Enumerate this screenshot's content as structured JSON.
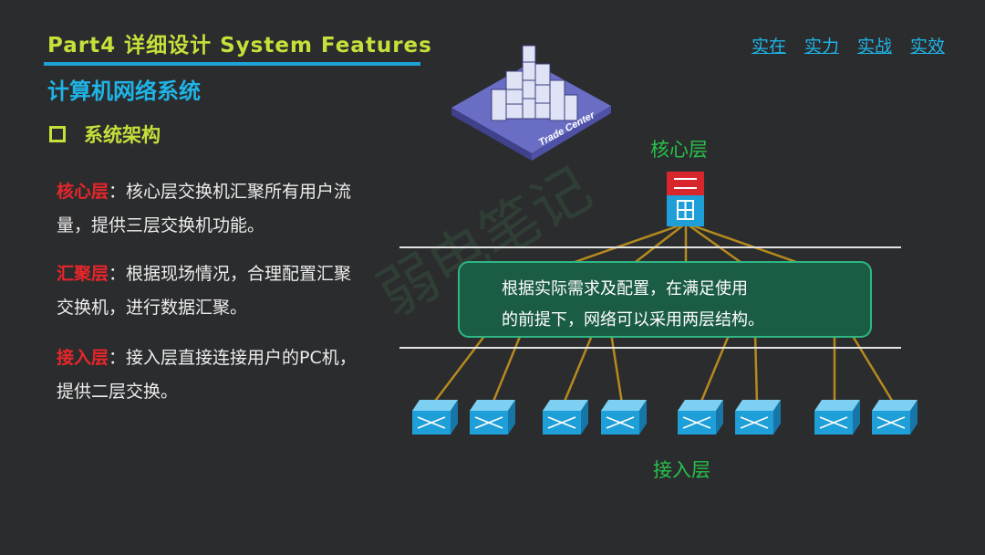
{
  "header": {
    "title": "Part4 详细设计 System Features",
    "nav": [
      "实在",
      "实力",
      "实战",
      "实效"
    ]
  },
  "subtitle": "计算机网络系统",
  "section": {
    "label": "系统架构"
  },
  "paragraphs": [
    {
      "tag": "核心层",
      "text": "：核心层交换机汇聚所有用户流量，提供三层交换机功能。"
    },
    {
      "tag": "汇聚层",
      "text": "：根据现场情况，合理配置汇聚交换机，进行数据汇聚。"
    },
    {
      "tag": "接入层",
      "text": "：接入层直接连接用户的PC机，提供二层交换。"
    }
  ],
  "diagram": {
    "building_label": "Trade Center",
    "core_label": "核心层",
    "access_label": "接入层",
    "callout": [
      "根据实际需求及配置，在满足使用",
      "的前提下，网络可以采用两层结构。"
    ],
    "watermark": "弱电笔记",
    "colors": {
      "link": "#b58a1e",
      "callout_bg": "#1b5c45",
      "callout_border": "#2db785",
      "accent_green": "#27c14a",
      "accent_blue": "#1fb4e6"
    }
  }
}
